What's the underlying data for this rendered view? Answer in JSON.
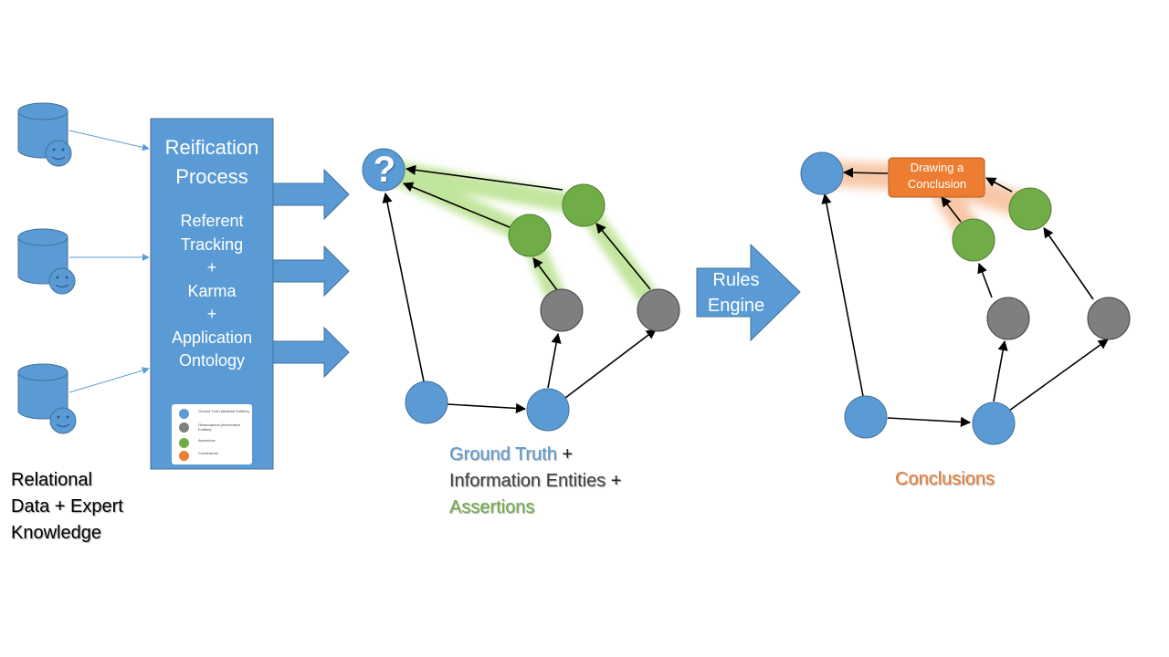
{
  "colors": {
    "ground_truth": "#5b9bd5",
    "information_entity": "#7f7f7f",
    "assertion": "#70ad47",
    "conclusion": "#ed7d31",
    "box": "#5b9bd5"
  },
  "reification": {
    "title": "Reification Process",
    "lines": [
      "Referent",
      "Tracking",
      "+",
      "Karma",
      "+",
      "Application",
      "Ontology"
    ]
  },
  "legend": [
    {
      "label": "Ground Truth (Material Entities)",
      "color_key": "ground_truth"
    },
    {
      "label": "Observations (Information Entities)",
      "color_key": "information_entity"
    },
    {
      "label": "Assertions",
      "color_key": "assertion"
    },
    {
      "label": "Conclusions",
      "color_key": "conclusion"
    }
  ],
  "sources": {
    "caption_lines": [
      "Relational",
      "Data + Expert",
      "Knowledge"
    ],
    "icons": [
      "database-with-expert",
      "database-with-expert",
      "database-with-expert"
    ]
  },
  "middle_graph": {
    "unknown_symbol": "?",
    "caption": {
      "ground_truth": "Ground Truth",
      "plus": " +",
      "information_entities": "Information Entities",
      "assertions": "Assertions"
    }
  },
  "rules_engine": {
    "lines": [
      "Rules",
      "Engine"
    ]
  },
  "right_graph": {
    "conclusion_box_lines": [
      "Drawing a",
      "Conclusion"
    ],
    "caption": "Conclusions"
  }
}
